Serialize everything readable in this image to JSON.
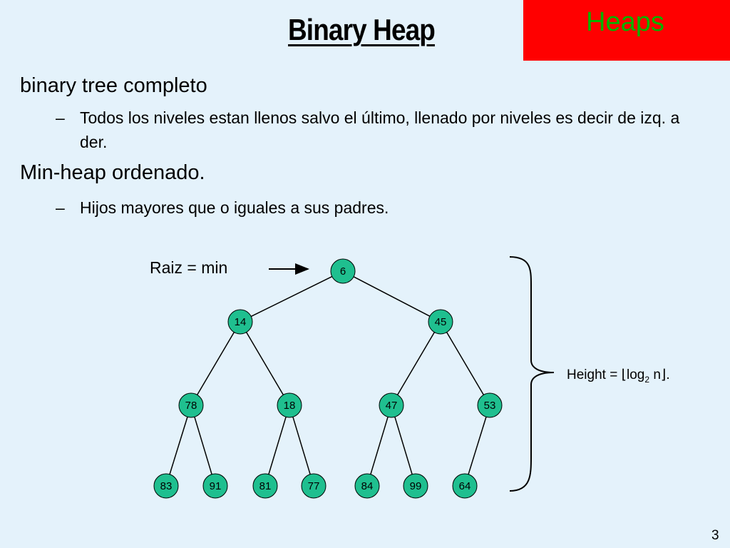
{
  "slide": {
    "title": "Binary Heap",
    "corner_label": "Heaps",
    "page_number": "3",
    "colors": {
      "background": "#e4f2fb",
      "corner_box": "#ff0000",
      "corner_text": "#00b400",
      "node_fill": "#1fbf8f"
    }
  },
  "bullets": [
    {
      "text": "binary tree completo",
      "sub": "Todos los niveles estan llenos salvo el último, llenado por niveles es decir de izq. a der."
    },
    {
      "text": "Min-heap ordenado.",
      "sub": "Hijos mayores que o iguales a sus padres."
    }
  ],
  "dash": "–",
  "diagram": {
    "root_label": "Raiz = min",
    "height_prefix": "Height = ",
    "height_floor_left": "⌊",
    "height_log": "log",
    "height_sub": "2",
    "height_n": " n",
    "height_floor_right": "⌋",
    "height_suffix": ".",
    "nodes": [
      "6",
      "14",
      "45",
      "78",
      "18",
      "47",
      "53",
      "83",
      "91",
      "81",
      "77",
      "84",
      "99",
      "64"
    ]
  }
}
